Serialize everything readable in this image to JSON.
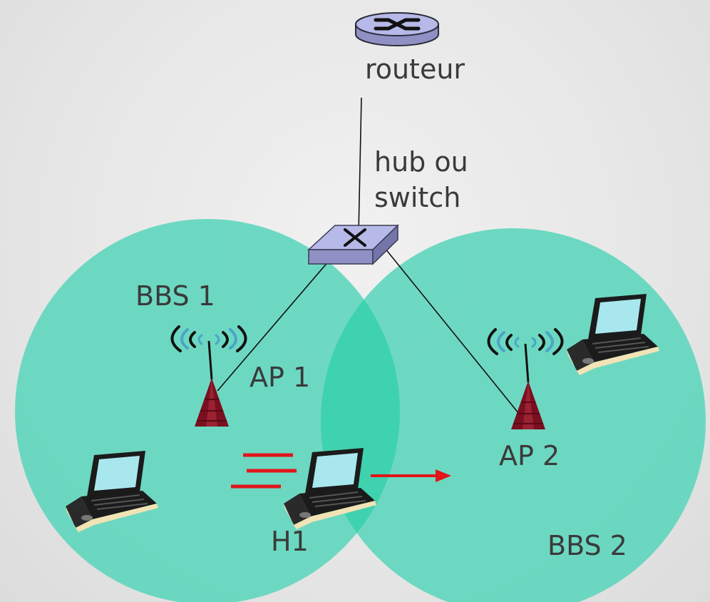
{
  "labels": {
    "router": "routeur",
    "hub_line1": "hub ou",
    "hub_line2": "switch",
    "bbs1": "BBS 1",
    "bbs2": "BBS 2",
    "ap1": "AP 1",
    "ap2": "AP 2",
    "host": "H1"
  },
  "colors": {
    "cell": "#5fd6bd",
    "overlap": "#3fd2ae",
    "tower": "#7a0f1f",
    "motion": "#e0161a",
    "link": "#111111"
  },
  "icons": {
    "router": "router-icon",
    "switch": "switch-icon",
    "access_point": "antenna-tower-icon",
    "host": "laptop-icon"
  }
}
